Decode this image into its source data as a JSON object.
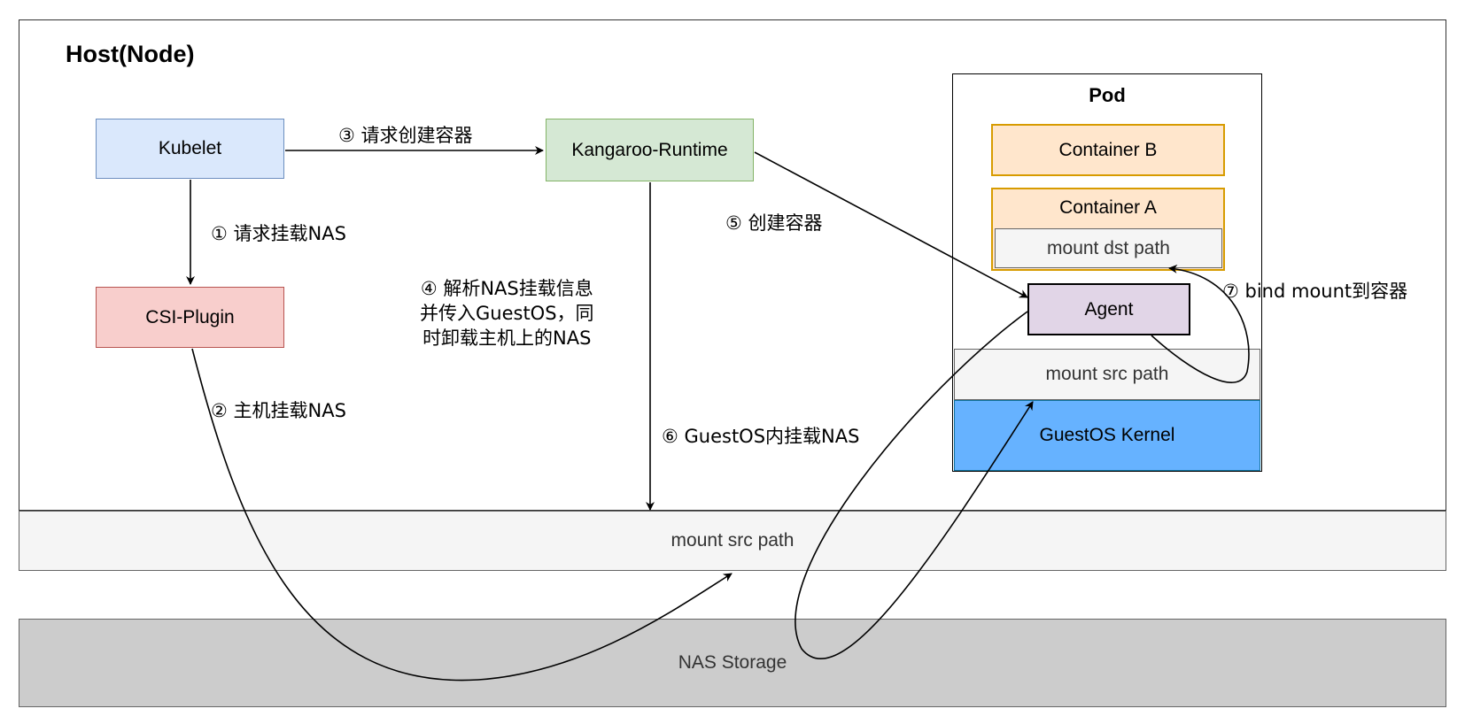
{
  "host": {
    "title": "Host(Node)"
  },
  "nodes": {
    "kubelet": "Kubelet",
    "csi_plugin": "CSI-Plugin",
    "runtime": "Kangaroo-Runtime",
    "pod": "Pod",
    "container_b": "Container B",
    "container_a": "Container A",
    "mount_dst": "mount dst path",
    "agent": "Agent",
    "pod_mount_src": "mount src path",
    "guestos_kernel": "GuestOS Kernel",
    "host_mount_src": "mount src path",
    "nas_storage": "NAS Storage"
  },
  "steps": {
    "s1": "① 请求挂载NAS",
    "s2": "② 主机挂载NAS",
    "s3": "③ 请求创建容器",
    "s4": [
      "④ 解析NAS挂载信息",
      "并传入GuestOS，同",
      "时卸载主机上的NAS"
    ],
    "s5": "⑤ 创建容器",
    "s6": "⑥ GuestOS内挂载NAS",
    "s7": "⑦ bind mount到容器"
  },
  "colors": {
    "kubelet": "#dae8fc",
    "csi_plugin": "#f8cecc",
    "runtime": "#d5e8d4",
    "container": "#ffe6cc",
    "agent": "#e1d5e7",
    "kernel": "#66b2ff",
    "nas": "#cccccc"
  }
}
